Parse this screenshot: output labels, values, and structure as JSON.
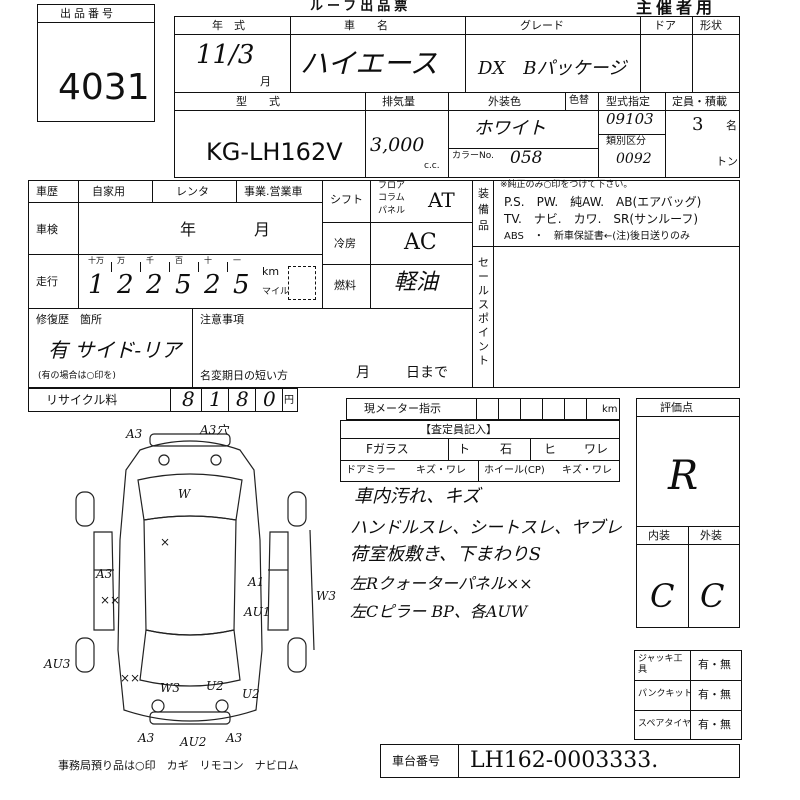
{
  "header": {
    "lot_label": "出品番号",
    "lot_no": "4031",
    "center_title": "ルーフ出品票",
    "right_title": "主催者用",
    "cols": {
      "year": "年　式",
      "name": "車　　名",
      "grade": "グレード",
      "door": "ドア",
      "shape": "形状"
    }
  },
  "row1": {
    "year": "11/3",
    "year_unit": "月",
    "name": "ハイエース",
    "grade": "DX　Bパッケージ"
  },
  "row2_labels": {
    "model": "型　　式",
    "disp": "排気量",
    "color": "外装色",
    "colorcode": "色替",
    "type_spec": "型式指定",
    "capacity": "定員・積載",
    "class": "類別区分",
    "color_no": "カラーNo.",
    "cc": "c.c.",
    "ton": "トン",
    "mei": "名"
  },
  "row2": {
    "model": "KG-LH162V",
    "disp": "3,000",
    "color": "ホワイト",
    "color_no": "058",
    "type_spec": "09103",
    "class": "0092",
    "capacity": "3"
  },
  "history": {
    "label": "車歴",
    "opt1": "自家用",
    "opt2": "レンタ",
    "opt3": "事業.営業車"
  },
  "inspection": {
    "label": "車検",
    "year": "年",
    "month": "月"
  },
  "mileage": {
    "label": "走行",
    "units": [
      "十万",
      "万",
      "千",
      "百",
      "十",
      "一"
    ],
    "digits": [
      "1",
      "2",
      "2",
      "5",
      "2",
      "5"
    ],
    "km": "km",
    "mile": "マイル"
  },
  "shift": {
    "label": "シフト",
    "opts": [
      "フロア",
      "コラム",
      "パネル"
    ],
    "value": "AT"
  },
  "ac": {
    "label": "冷房",
    "value": "AC"
  },
  "fuel": {
    "label": "燃料",
    "value": "軽油"
  },
  "equipment": {
    "label": "装備品",
    "note": "※純正のみ○印をつけて下さい。",
    "line1": "P.S.　PW.　純AW.　AB(エアバッグ)",
    "line2": "TV.　ナビ.　カワ.　SR(サンルーフ)",
    "line3": "ABS　・　新車保証書←(注)後日送りのみ"
  },
  "sales_point": {
    "label": "セールスポイント"
  },
  "repair": {
    "label": "修復歴　箇所",
    "value": "有 サイド-リア",
    "note": "(有の場合は○印を)"
  },
  "notes": {
    "label": "注意事項",
    "title_change": "名変期日の短い方",
    "month": "月",
    "day": "日まで"
  },
  "recycle": {
    "label": "リサイクル料",
    "digits": [
      "8",
      "1",
      "8",
      "0"
    ],
    "yen": "円"
  },
  "meter": {
    "label": "現メーター指示",
    "km": "km"
  },
  "inspector": {
    "label": "【査定員記入】",
    "glass": "Fガラス",
    "stone_pre": "ト",
    "stone": "石",
    "crack_pre": "ヒ",
    "crack": "ワレ",
    "mirror": "ドアミラー",
    "mirror_val": "キズ・ワレ",
    "wheel": "ホイール(CP)",
    "wheel_val": "キズ・ワレ",
    "comments": [
      "車内汚れ、キズ",
      "ハンドルスレ、シートスレ、ヤブレ",
      "荷室板敷き、下まわりS",
      "左Rクォーターパネル××",
      "左Cピラー BP、各AUW"
    ]
  },
  "score": {
    "label": "評価点",
    "value": "R",
    "interior_label": "内装",
    "exterior_label": "外装",
    "interior": "C",
    "exterior": "C"
  },
  "accessories": [
    {
      "label": "ジャッキ工具",
      "value": "有・無"
    },
    {
      "label": "パンクキット",
      "value": "有・無"
    },
    {
      "label": "スペアタイヤ",
      "value": "有・無"
    }
  ],
  "chassis": {
    "label": "車台番号",
    "value": "LH162-0003333."
  },
  "keys": {
    "text": "事務局預り品は○印　カギ　リモコン　ナビロム"
  },
  "diagram_marks": [
    "A3",
    "A3穴",
    "W",
    "X",
    "A3",
    "A1",
    "××",
    "AU1",
    "W3",
    "AU3",
    "××",
    "W3",
    "U2",
    "U2",
    "A3",
    "AU2",
    "A3"
  ]
}
